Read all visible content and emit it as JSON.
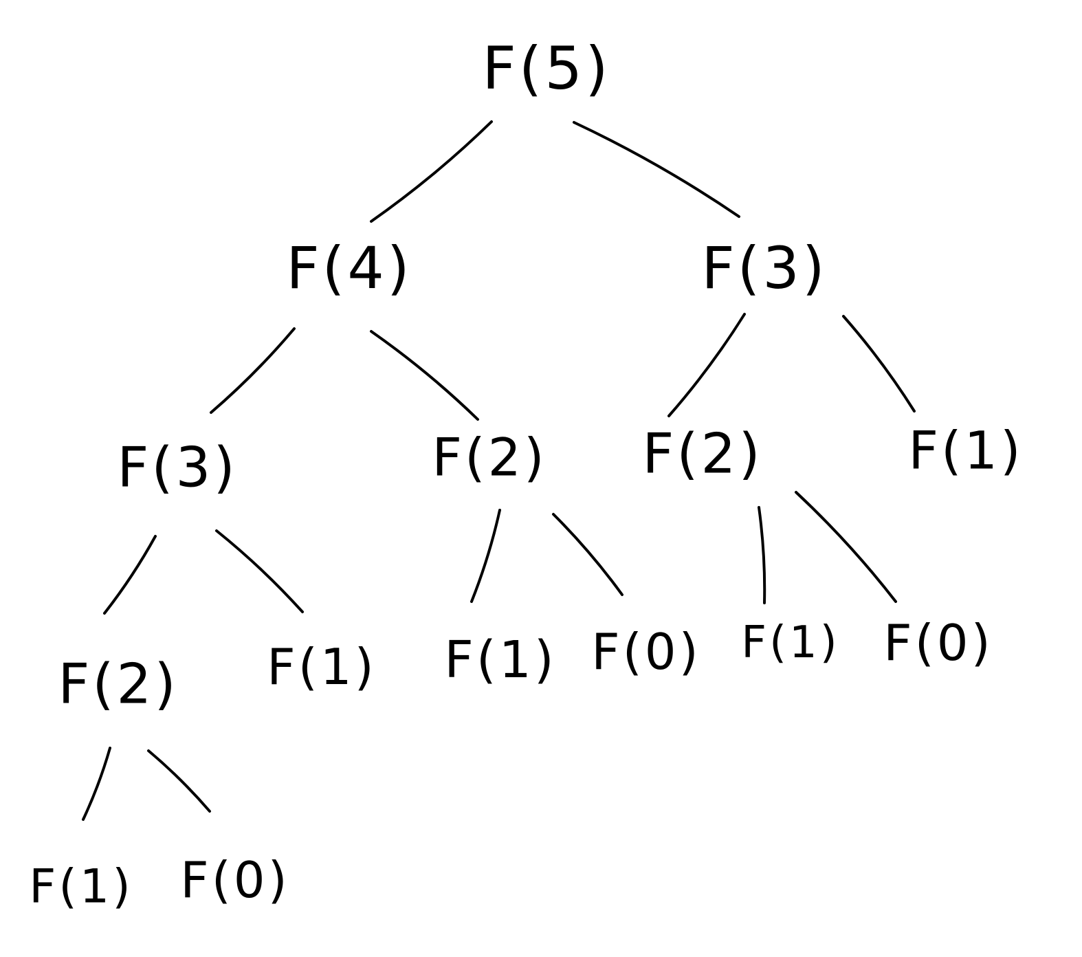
{
  "title": "Fibonacci recursion tree",
  "nodes": [
    {
      "id": "n0",
      "label": "F(5)"
    },
    {
      "id": "n1",
      "label": "F(4)"
    },
    {
      "id": "n2",
      "label": "F(3)"
    },
    {
      "id": "n3",
      "label": "F(3)"
    },
    {
      "id": "n4",
      "label": "F(2)"
    },
    {
      "id": "n5",
      "label": "F(2)"
    },
    {
      "id": "n6",
      "label": "F(1)"
    },
    {
      "id": "n7",
      "label": "F(2)"
    },
    {
      "id": "n8",
      "label": "F(1)"
    },
    {
      "id": "n9",
      "label": "F(1)"
    },
    {
      "id": "n10",
      "label": "F(0)"
    },
    {
      "id": "n11",
      "label": "F(1)"
    },
    {
      "id": "n12",
      "label": "F(0)"
    },
    {
      "id": "n13",
      "label": "F(1)"
    },
    {
      "id": "n14",
      "label": "F(0)"
    }
  ],
  "edges": [
    [
      "n0",
      "n1"
    ],
    [
      "n0",
      "n2"
    ],
    [
      "n1",
      "n3"
    ],
    [
      "n1",
      "n4"
    ],
    [
      "n2",
      "n5"
    ],
    [
      "n2",
      "n6"
    ],
    [
      "n3",
      "n7"
    ],
    [
      "n3",
      "n8"
    ],
    [
      "n4",
      "n9"
    ],
    [
      "n4",
      "n10"
    ],
    [
      "n5",
      "n11"
    ],
    [
      "n5",
      "n12"
    ],
    [
      "n7",
      "n13"
    ],
    [
      "n7",
      "n14"
    ]
  ]
}
